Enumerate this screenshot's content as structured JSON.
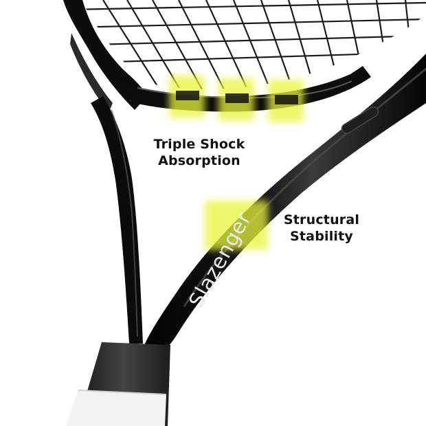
{
  "scene": {
    "subject": "tennis-racket-throat-closeup",
    "colors": {
      "background": "#ffffff",
      "frame": "#0b0b0c",
      "frame_highlight": "#5a5a5e",
      "strings": "#1a1a1a",
      "highlight": "#e8f53a",
      "grip_tape": "#2b2b2d",
      "grip": "#f2f2f2",
      "brand_text": "#e9e9ea"
    }
  },
  "brand": {
    "wordmark": "Slazenger"
  },
  "callouts": {
    "shock": {
      "line1": "Triple Shock",
      "line2": "Absorption"
    },
    "stability": {
      "line1": "Structural",
      "line2": "Stability"
    }
  }
}
